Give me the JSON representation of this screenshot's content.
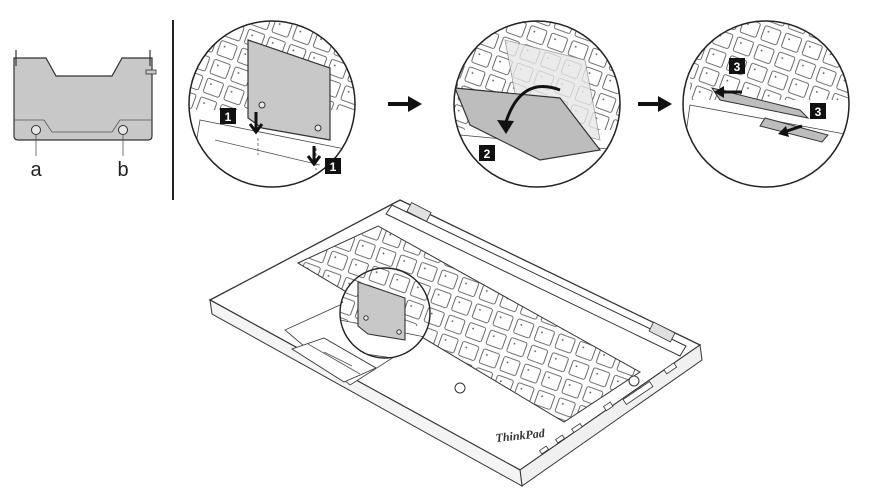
{
  "part_labels": {
    "a": "a",
    "b": "b"
  },
  "step_badges": {
    "s1a": "1",
    "s1b": "1",
    "s2": "2",
    "s3a": "3",
    "s3b": "3"
  },
  "brand_logo": "ThinkPad",
  "colors": {
    "ink": "#222222",
    "part_fill": "#c8c8c8",
    "badge": "#111111",
    "paper": "#ffffff"
  },
  "icons": [
    "arrow-right-icon",
    "arrow-right-icon",
    "down-arrow-icon",
    "curved-arrow-icon",
    "left-arrow-icon"
  ]
}
